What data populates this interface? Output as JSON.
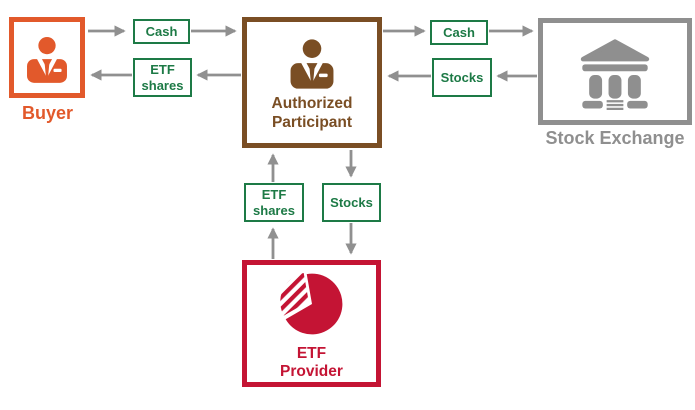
{
  "diagram": {
    "description": "ETF creation and redemption flow diagram",
    "nodes": {
      "buyer": {
        "label": "Buyer",
        "icon": "businessman-icon",
        "color": "#E2592B"
      },
      "authorized_participant": {
        "label": "Authorized\nParticipant",
        "icon": "businessman-icon",
        "color": "#7A4E24"
      },
      "stock_exchange": {
        "label": "Stock Exchange",
        "icon": "bank-icon",
        "color": "#8F8F8F"
      },
      "etf_provider": {
        "label": "ETF\nProvider",
        "icon": "pie-chart-icon",
        "color": "#C41434"
      }
    },
    "flows": {
      "cash_top_left": "Cash",
      "etf_shares_top_left": "ETF\nshares",
      "cash_top_right": "Cash",
      "stocks_top_right": "Stocks",
      "etf_shares_middle": "ETF\nshares",
      "stocks_middle": "Stocks"
    },
    "colors": {
      "flow_label_green": "#1D7A46",
      "arrow_gray": "#909090",
      "buyer_orange": "#E2592B",
      "participant_brown": "#7A4E24",
      "exchange_gray": "#8F8F8F",
      "provider_red": "#C41434"
    }
  }
}
